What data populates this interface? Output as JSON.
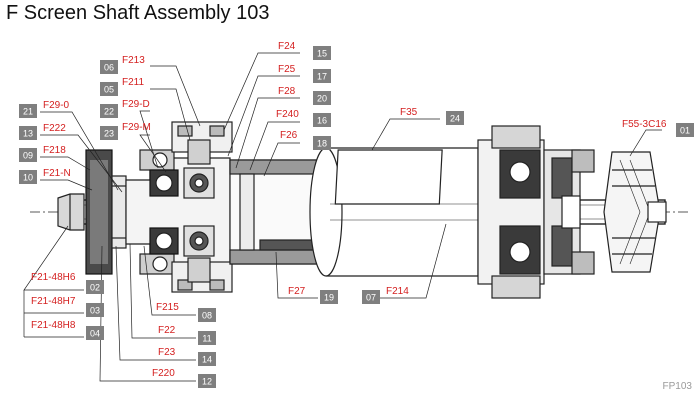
{
  "title": "F Screen Shaft Assembly 103",
  "drawing_code": "FP103",
  "callouts": [
    {
      "id": "01",
      "part": "F55-3C16"
    },
    {
      "id": "02",
      "part": "F21-48H6"
    },
    {
      "id": "03",
      "part": "F21-48H7"
    },
    {
      "id": "04",
      "part": "F21-48H8"
    },
    {
      "id": "05",
      "part": "F211"
    },
    {
      "id": "06",
      "part": "F213"
    },
    {
      "id": "07",
      "part": "F214"
    },
    {
      "id": "08",
      "part": "F215"
    },
    {
      "id": "09",
      "part": "F218"
    },
    {
      "id": "10",
      "part": "F21-N"
    },
    {
      "id": "11",
      "part": "F22"
    },
    {
      "id": "12",
      "part": "F220"
    },
    {
      "id": "13",
      "part": "F222"
    },
    {
      "id": "14",
      "part": "F23"
    },
    {
      "id": "15",
      "part": "F24"
    },
    {
      "id": "16",
      "part": "F240"
    },
    {
      "id": "17",
      "part": "F25"
    },
    {
      "id": "18",
      "part": "F26"
    },
    {
      "id": "19",
      "part": "F27"
    },
    {
      "id": "20",
      "part": "F28"
    },
    {
      "id": "21",
      "part": "F29-0"
    },
    {
      "id": "22",
      "part": "F29-D"
    },
    {
      "id": "23",
      "part": "F29-M"
    },
    {
      "id": "24",
      "part": "F35"
    }
  ]
}
